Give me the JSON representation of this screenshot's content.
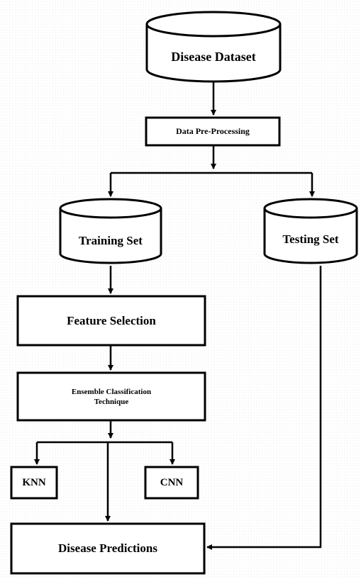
{
  "diagram": {
    "nodes": {
      "disease_dataset": {
        "label": "Disease Dataset",
        "shape": "cylinder"
      },
      "preprocessing": {
        "label": "Data Pre-Processing",
        "shape": "box"
      },
      "training_set": {
        "label": "Training Set",
        "shape": "cylinder"
      },
      "testing_set": {
        "label": "Testing Set",
        "shape": "cylinder"
      },
      "feature_selection": {
        "label": "Feature Selection",
        "shape": "box"
      },
      "ensemble": {
        "label": "Ensemble Classification Technique",
        "shape": "box"
      },
      "knn": {
        "label": "KNN",
        "shape": "box"
      },
      "cnn": {
        "label": "CNN",
        "shape": "box"
      },
      "disease_predictions": {
        "label": "Disease Predictions",
        "shape": "box"
      }
    },
    "edges": [
      {
        "from": "disease_dataset",
        "to": "preprocessing"
      },
      {
        "from": "preprocessing",
        "to": "training_set"
      },
      {
        "from": "preprocessing",
        "to": "testing_set"
      },
      {
        "from": "training_set",
        "to": "feature_selection"
      },
      {
        "from": "feature_selection",
        "to": "ensemble"
      },
      {
        "from": "ensemble",
        "to": "knn"
      },
      {
        "from": "ensemble",
        "to": "cnn"
      },
      {
        "from": "ensemble",
        "to": "disease_predictions"
      },
      {
        "from": "testing_set",
        "to": "disease_predictions"
      }
    ],
    "colors": {
      "stroke": "#000000",
      "fill": "#ffffff"
    }
  }
}
